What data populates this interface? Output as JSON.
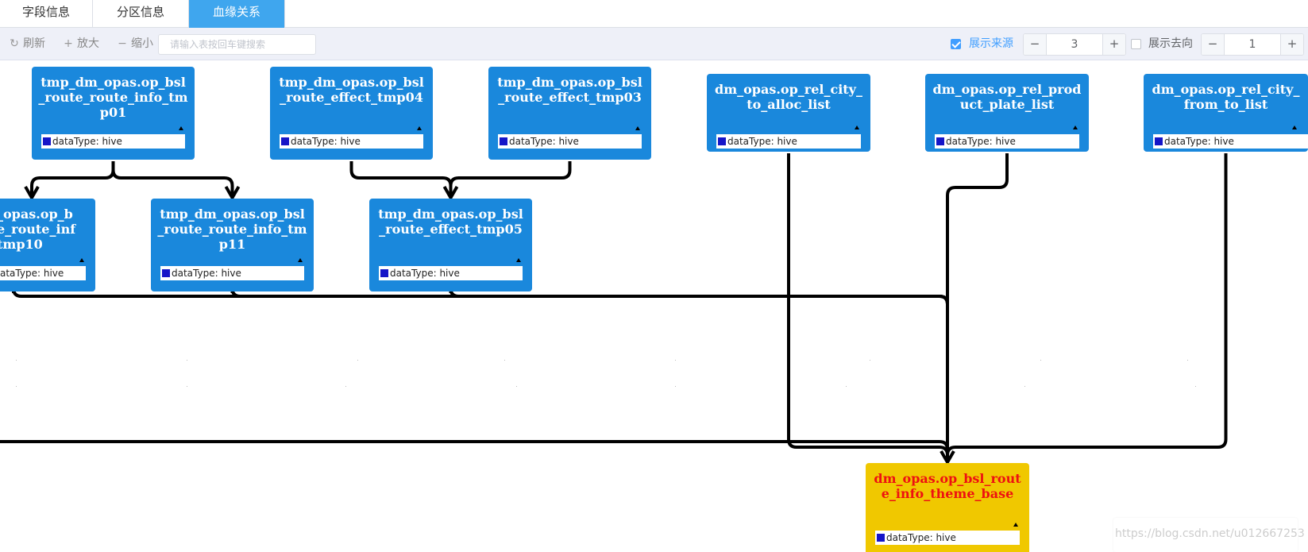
{
  "tabs": [
    {
      "label": "字段信息",
      "active": false
    },
    {
      "label": "分区信息",
      "active": false
    },
    {
      "label": "血缘关系",
      "active": true
    }
  ],
  "toolbar": {
    "refresh_label": "刷新",
    "zoom_in_label": "放大",
    "zoom_out_label": "缩小",
    "search_placeholder": "请输入表按回车键搜索",
    "show_source_label": "展示来源",
    "show_source_checked": true,
    "source_depth": "3",
    "show_target_label": "展示去向",
    "show_target_checked": false,
    "target_depth": "1",
    "minus": "−",
    "plus": "+"
  },
  "nodes": [
    {
      "id": "n1",
      "title": "tmp_dm_opas.op_bsl_route_route_info_tmp01",
      "field": "dataType: hive",
      "role": "source"
    },
    {
      "id": "n2",
      "title": "tmp_dm_opas.op_bsl_route_effect_tmp04",
      "field": "dataType: hive",
      "role": "source"
    },
    {
      "id": "n3",
      "title": "tmp_dm_opas.op_bsl_route_effect_tmp03",
      "field": "dataType: hive",
      "role": "source"
    },
    {
      "id": "n4",
      "title": "dm_opas.op_rel_city_to_alloc_list",
      "field": "dataType: hive",
      "role": "source"
    },
    {
      "id": "n5",
      "title": "dm_opas.op_rel_product_plate_list",
      "field": "dataType: hive",
      "role": "source"
    },
    {
      "id": "n6",
      "title": "dm_opas.op_rel_city_from_to_list",
      "field": "dataType: hive",
      "role": "source"
    },
    {
      "id": "n7",
      "title": "_opas.op_b\ne_route_inf\ntmp10",
      "field": "ataType: hive",
      "role": "source"
    },
    {
      "id": "n8",
      "title": "tmp_dm_opas.op_bsl_route_route_info_tmp11",
      "field": "dataType: hive",
      "role": "source"
    },
    {
      "id": "n9",
      "title": "tmp_dm_opas.op_bsl_route_effect_tmp05",
      "field": "dataType: hive",
      "role": "source"
    },
    {
      "id": "n10",
      "title": "dm_opas.op_bsl_route_info_theme_base",
      "field": "dataType: hive",
      "role": "target"
    }
  ],
  "edges": [
    {
      "from": "n1",
      "to": "n7"
    },
    {
      "from": "n1",
      "to": "n8"
    },
    {
      "from": "n2",
      "to": "n9"
    },
    {
      "from": "n3",
      "to": "n9"
    },
    {
      "from": "n7",
      "to": "n10"
    },
    {
      "from": "n8",
      "to": "n10"
    },
    {
      "from": "n9",
      "to": "n10"
    },
    {
      "from": "n4",
      "to": "n10"
    },
    {
      "from": "n5",
      "to": "n10"
    },
    {
      "from": "n6",
      "to": "n10"
    }
  ],
  "watermark": "https://blog.csdn.net/u012667253",
  "colors": {
    "accent": "#3fa6ee",
    "node": "#1a88dc",
    "target_node": "#f0c800",
    "target_title": "#ee1111",
    "edge": "#000000"
  }
}
